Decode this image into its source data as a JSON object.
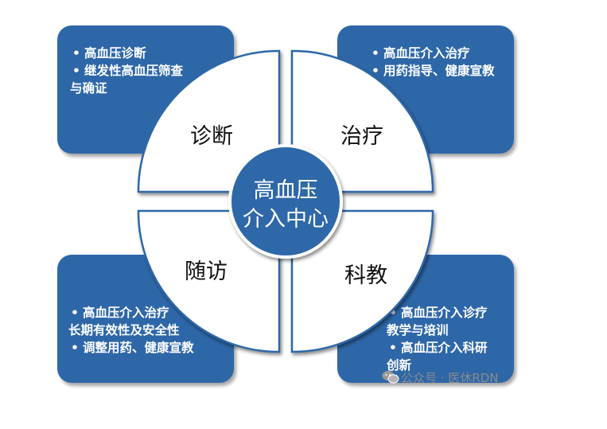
{
  "boxes": {
    "diagnosis": {
      "items": [
        {
          "text": "高血压诊断"
        },
        {
          "line1": "继发性高血压筛查",
          "line2": "与确证"
        }
      ]
    },
    "treatment": {
      "items": [
        {
          "text": "高血压介入治疗"
        },
        {
          "text": "用药指导、健康宣教"
        }
      ]
    },
    "followup": {
      "items": [
        {
          "line1": "高血压介入治疗",
          "line2": "长期有效性及安全性"
        },
        {
          "text": "调整用药、健康宣教"
        }
      ]
    },
    "research": {
      "items": [
        {
          "line1": "高血压介入诊疗",
          "line2": "教学与培训"
        },
        {
          "line1": "高血压介入科研",
          "line2": "创新"
        }
      ]
    }
  },
  "quadrants": {
    "diagnosis": "诊断",
    "treatment": "治疗",
    "followup": "随访",
    "research": "科教"
  },
  "center": {
    "line1": "高血压",
    "line2": "介入中心"
  },
  "watermark": "公众号 · 医休RDN",
  "colors": {
    "blue": "#2e67a8",
    "white": "#ffffff",
    "watermark": "#8a8a8a"
  },
  "icons": {
    "watermark": "wechat-icon"
  }
}
